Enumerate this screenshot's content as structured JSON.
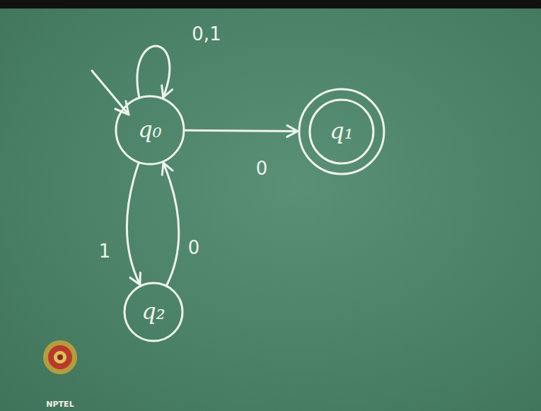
{
  "diagram": {
    "nodes": [
      {
        "text": [
          "q₀"
        ]
      },
      {
        "text": [
          "q₁"
        ]
      },
      {
        "text": [
          "q₂"
        ]
      }
    ],
    "edges": [
      {
        "from": 0,
        "to": 0,
        "label": "0,1",
        "arrow": "to"
      },
      {
        "from": 0,
        "to": 1,
        "label": "0",
        "arrow": "to"
      },
      {
        "from": 0,
        "to": 2,
        "label": "1",
        "arrow": "to"
      },
      {
        "from": 2,
        "to": 0,
        "label": "0",
        "arrow": "to"
      }
    ],
    "labels": [
      "NPTEL"
    ]
  }
}
